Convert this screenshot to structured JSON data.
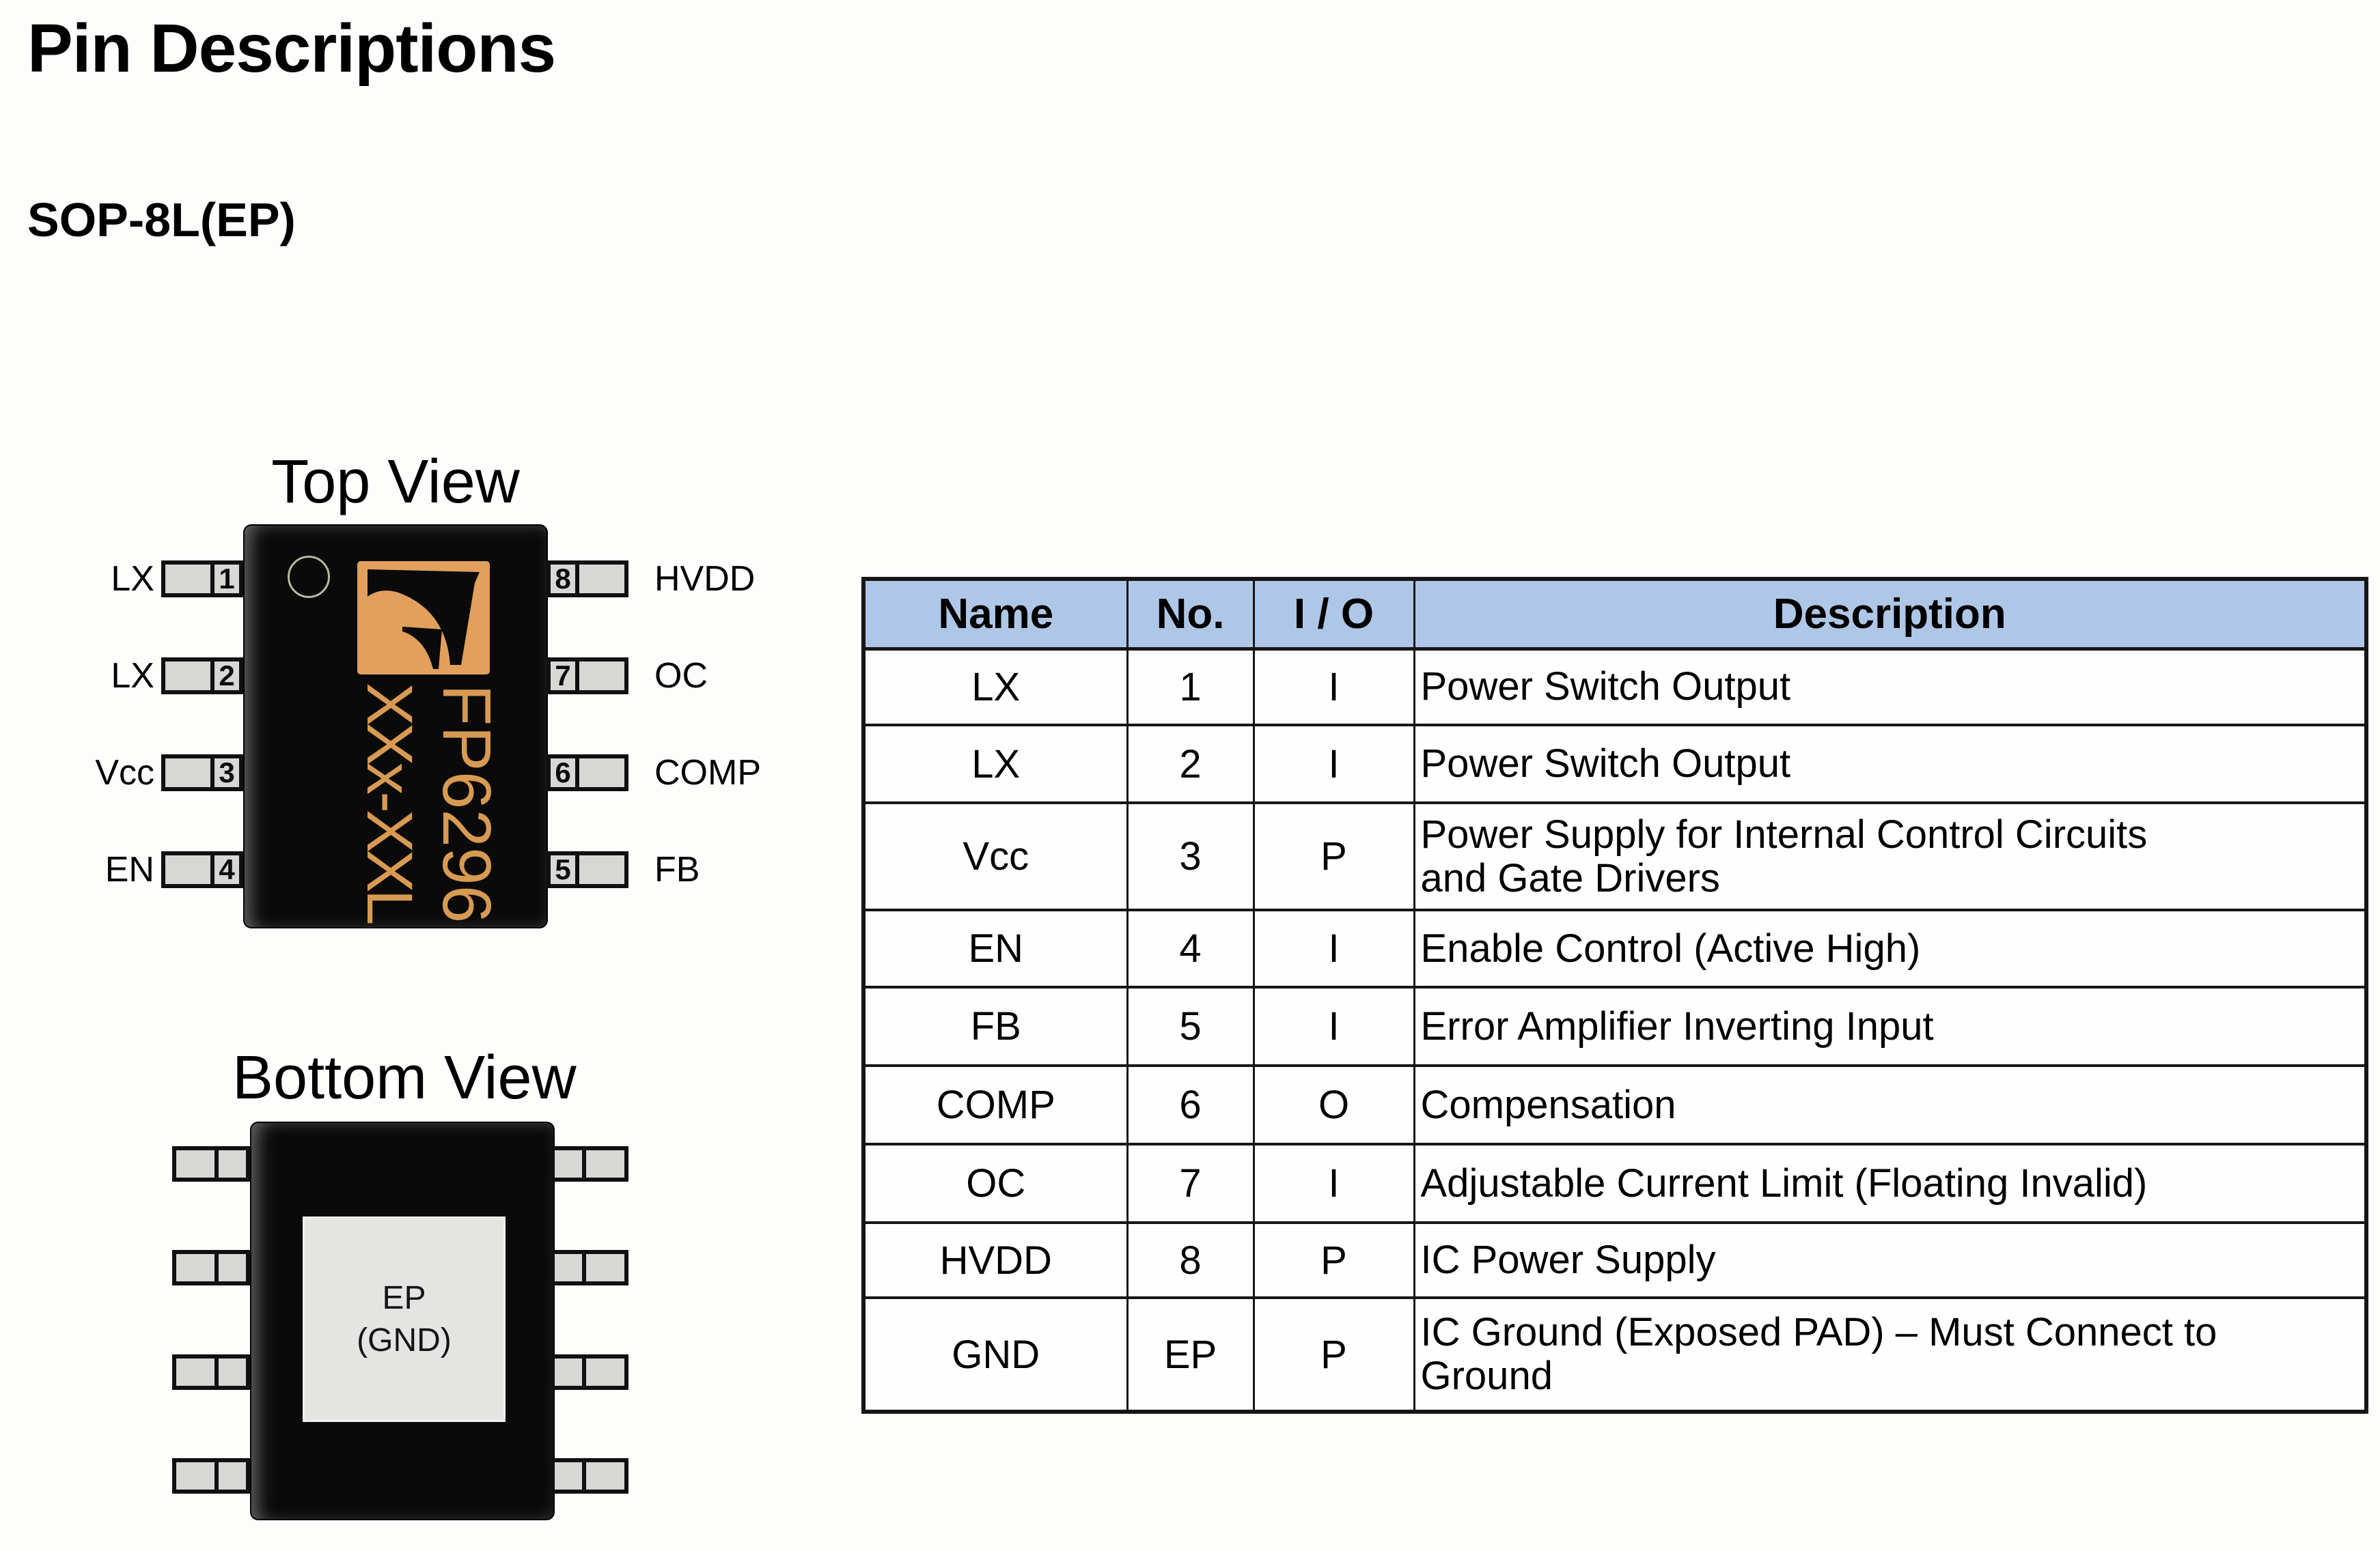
{
  "page": {
    "title": "Pin Descriptions",
    "package_label": "SOP-8L(EP)"
  },
  "top_view": {
    "label": "Top View",
    "chip_marking": {
      "line1": "FP6296",
      "line2": "XXx-XXL"
    },
    "left_pins": [
      {
        "name": "LX",
        "number": "1"
      },
      {
        "name": "LX",
        "number": "2"
      },
      {
        "name": "Vcc",
        "number": "3"
      },
      {
        "name": "EN",
        "number": "4"
      }
    ],
    "right_pins": [
      {
        "name": "HVDD",
        "number": "8"
      },
      {
        "name": "OC",
        "number": "7"
      },
      {
        "name": "COMP",
        "number": "6"
      },
      {
        "name": "FB",
        "number": "5"
      }
    ]
  },
  "bottom_view": {
    "label": "Bottom View",
    "pad_line1": "EP",
    "pad_line2": "(GND)"
  },
  "pin_table": {
    "headers": [
      "Name",
      "No.",
      "I / O",
      "Description"
    ],
    "rows": [
      [
        "LX",
        "1",
        "I",
        "Power Switch Output"
      ],
      [
        "LX",
        "2",
        "I",
        "Power Switch Output"
      ],
      [
        "Vcc",
        "3",
        "P",
        "Power Supply for Internal Control Circuits\nand Gate Drivers"
      ],
      [
        "EN",
        "4",
        "I",
        "Enable Control (Active High)"
      ],
      [
        "FB",
        "5",
        "I",
        "Error Amplifier Inverting Input"
      ],
      [
        "COMP",
        "6",
        "O",
        "Compensation"
      ],
      [
        "OC",
        "7",
        "I",
        "Adjustable Current Limit (Floating Invalid)"
      ],
      [
        "HVDD",
        "8",
        "P",
        "IC Power Supply"
      ],
      [
        "GND",
        "EP",
        "P",
        "IC Ground (Exposed PAD) – Must Connect to\nGround"
      ]
    ]
  },
  "colors": {
    "table_header_bg": "#afc7e7",
    "chip_marking": "#d89a52",
    "logo_fill": "#e2a05c",
    "pin_fill": "#d7d7d5",
    "pad_fill": "#e4e5e2"
  }
}
